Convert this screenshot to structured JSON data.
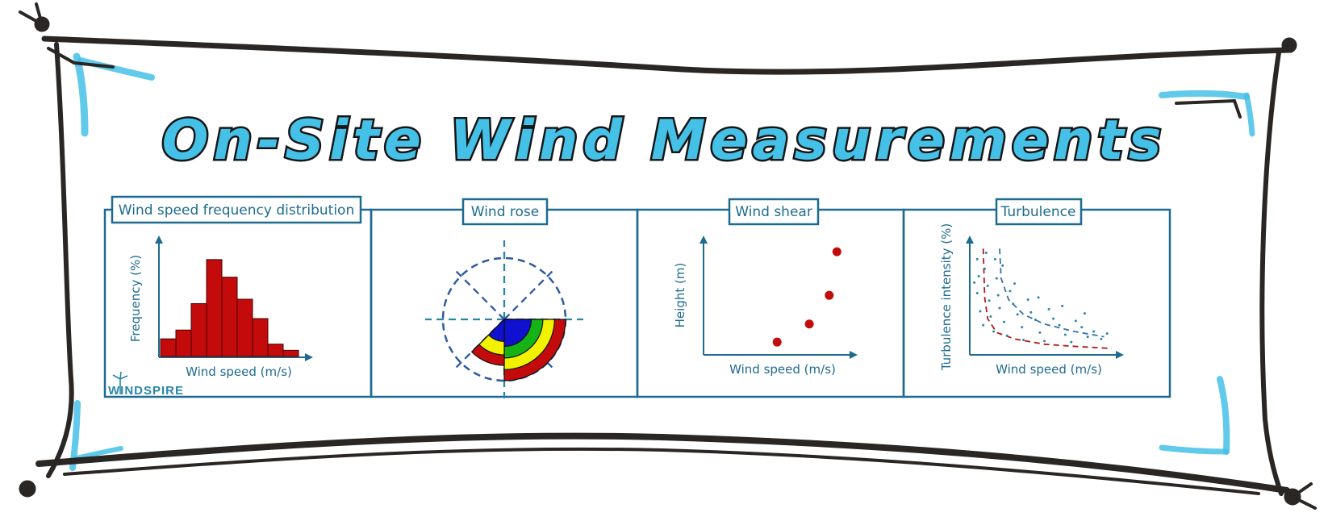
{
  "title": "On-Site Wind Measurements",
  "logo": {
    "text": "WINDSPIRE"
  },
  "colors": {
    "accent": "#1e6b8f",
    "bar": "#c30b0b",
    "frame": "#2a2624",
    "highlight": "#45c1e8"
  },
  "panels": [
    {
      "label": "Wind speed frequency distribution",
      "xlabel": "Wind speed (m/s)",
      "ylabel": "Frequency (%)"
    },
    {
      "label": "Wind rose"
    },
    {
      "label": "Wind shear",
      "xlabel": "Wind speed (m/s)",
      "ylabel": "Height (m)"
    },
    {
      "label": "Turbulence",
      "xlabel": "Wind speed (m/s)",
      "ylabel": "Turbulence intensity (%)"
    }
  ],
  "chart_data": [
    {
      "type": "bar",
      "xlabel": "Wind speed (m/s)",
      "ylabel": "Frequency (%)",
      "values": [
        2,
        3,
        6,
        11,
        9,
        6.5,
        4.3,
        1.4,
        0.7
      ],
      "ylim": [
        0,
        13
      ]
    },
    {
      "type": "pie",
      "sectors": [
        {
          "from_deg": 0,
          "to_deg": 90,
          "bands": [
            "#c30b0b",
            "#f2f200",
            "#16b316",
            "#1010d0"
          ],
          "levels": [
            1.0,
            0.82,
            0.63,
            0.44
          ]
        },
        {
          "from_deg": 90,
          "to_deg": 135,
          "bands": [
            "#c30b0b",
            "#f2f200",
            "#1010d0"
          ],
          "levels": [
            0.75,
            0.58,
            0.36
          ]
        }
      ],
      "grid": true
    },
    {
      "type": "scatter",
      "xlabel": "Wind speed (m/s)",
      "ylabel": "Height (m)",
      "points": [
        [
          4.8,
          1.2
        ],
        [
          6.9,
          2.9
        ],
        [
          8.2,
          5.6
        ],
        [
          8.7,
          9.7
        ]
      ],
      "xlim": [
        0,
        10
      ],
      "ylim": [
        0,
        11
      ]
    },
    {
      "type": "scatter",
      "xlabel": "Wind speed (m/s)",
      "ylabel": "Turbulence intensity (%)",
      "points": [
        [
          0.5,
          9
        ],
        [
          0.6,
          7.4
        ],
        [
          0.5,
          5.8
        ],
        [
          0.7,
          4.1
        ],
        [
          0.9,
          2.8
        ],
        [
          1.0,
          8.1
        ],
        [
          1.2,
          6.5
        ],
        [
          1.3,
          5.1
        ],
        [
          1.4,
          3.6
        ],
        [
          1.6,
          2.2
        ],
        [
          1.8,
          7.2
        ],
        [
          1.9,
          5.6
        ],
        [
          2.0,
          4.4
        ],
        [
          2.3,
          3.1
        ],
        [
          2.5,
          1.8
        ],
        [
          2.7,
          6.0
        ],
        [
          2.9,
          4.8
        ],
        [
          3.2,
          3.8
        ],
        [
          3.5,
          2.6
        ],
        [
          3.6,
          1.4
        ],
        [
          3.9,
          5.2
        ],
        [
          4.1,
          4.0
        ],
        [
          4.4,
          3.3
        ],
        [
          4.7,
          2.1
        ],
        [
          5.0,
          1.3
        ],
        [
          5.3,
          4.3
        ],
        [
          5.6,
          3.4
        ],
        [
          6.0,
          2.8
        ],
        [
          6.4,
          1.9
        ],
        [
          6.8,
          1.2
        ],
        [
          7.1,
          3.2
        ],
        [
          7.5,
          2.6
        ],
        [
          7.9,
          1.7
        ],
        [
          8.3,
          2.2
        ],
        [
          8.8,
          1.5
        ],
        [
          9.2,
          2.0
        ],
        [
          1.1,
          9.6
        ],
        [
          2.2,
          8.4
        ],
        [
          0.3,
          6.8
        ],
        [
          1.7,
          9.0
        ],
        [
          3.0,
          6.7
        ],
        [
          4.6,
          5.4
        ],
        [
          6.2,
          4.6
        ],
        [
          7.7,
          3.9
        ]
      ],
      "curves": [
        {
          "color": "#b01a1a",
          "points": [
            [
              0.9,
              10
            ],
            [
              1.0,
              5.4
            ],
            [
              1.2,
              3.4
            ],
            [
              1.8,
              2.1
            ],
            [
              3.0,
              1.5
            ],
            [
              5.0,
              1.0
            ],
            [
              7.0,
              0.8
            ],
            [
              9.5,
              0.6
            ]
          ]
        },
        {
          "color": "#3a6fb0",
          "points": [
            [
              2.0,
              10
            ],
            [
              2.1,
              7.2
            ],
            [
              2.6,
              5.2
            ],
            [
              3.6,
              3.8
            ],
            [
              5.0,
              2.9
            ],
            [
              7.0,
              2.2
            ],
            [
              9.0,
              1.7
            ]
          ]
        }
      ],
      "xlim": [
        0,
        10
      ],
      "ylim": [
        0,
        11
      ]
    }
  ]
}
